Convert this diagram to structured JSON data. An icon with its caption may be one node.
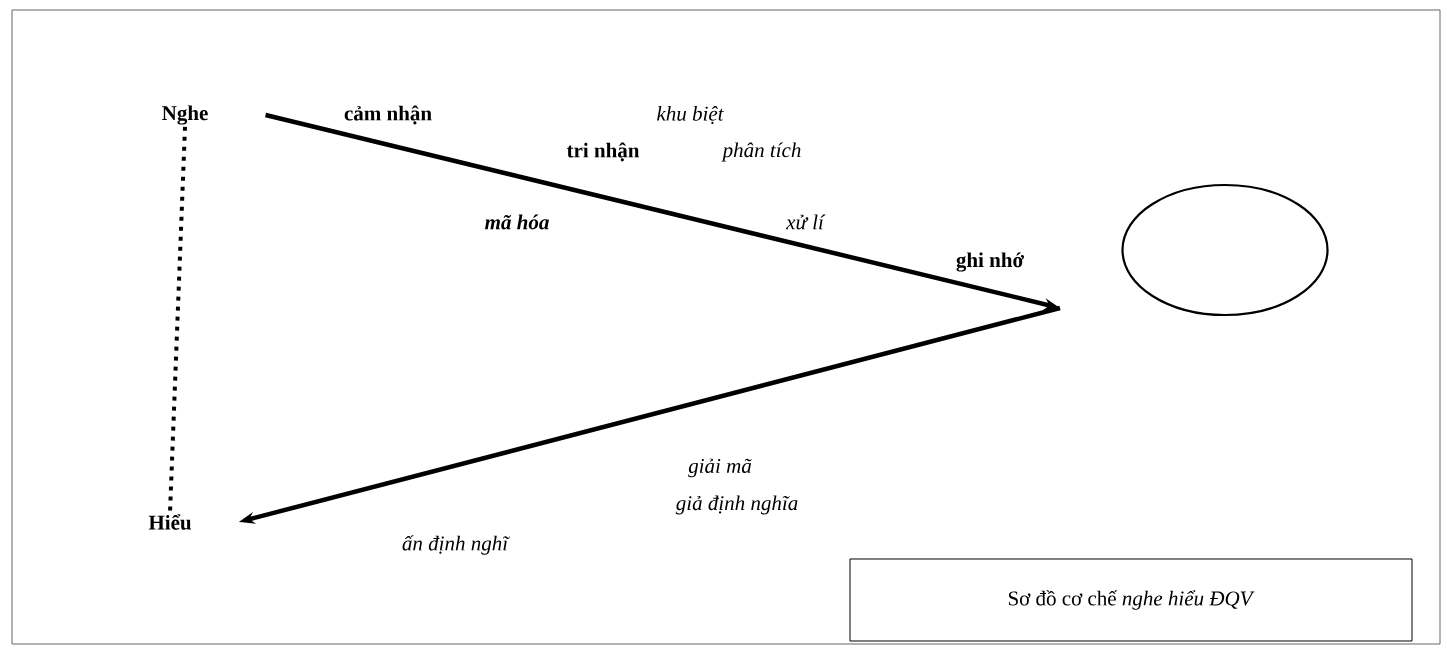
{
  "diagram": {
    "nodes": [
      {
        "text": [
          "Nghe"
        ]
      },
      {
        "text": [
          "Hiểu"
        ]
      },
      {
        "text": [],
        "shape": "circle"
      },
      {
        "text": [
          "Sơ đồ cơ chế *nghe hiểu ĐQV*"
        ]
      }
    ],
    "edges": [
      {
        "from": 0,
        "to": null,
        "arrow": "to"
      },
      {
        "from": null,
        "to": 1,
        "arrow": "to"
      },
      {
        "from": 0,
        "to": 1,
        "arrow": "none",
        "style": "dashed"
      }
    ],
    "labels": [
      "cảm nhận",
      "khu biệt",
      "tri nhận",
      "phân tích",
      "mã hóa",
      "xử lí",
      "ghi nhớ",
      "giải mã",
      "giả định nghĩa",
      "ấn định nghĩ"
    ]
  }
}
